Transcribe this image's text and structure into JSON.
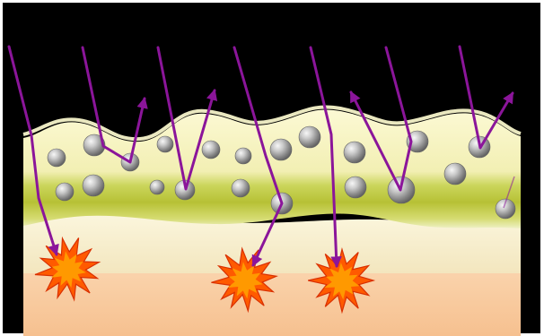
{
  "diagram": {
    "colors": {
      "background": "#000000",
      "frame": "#ffffff",
      "top_layer_light": "#fbf8cf",
      "top_layer_olive": "#b7c135",
      "middle_layer": "#f4ebc7",
      "skin_layer": "#f8c79a",
      "arrow": "#8b159a",
      "particle_light": "#f4f4f4",
      "particle_dark": "#676767",
      "burst_outer": "#ff5a00",
      "burst_inner": "#ff9900"
    },
    "elements": {
      "particles": "grey-spheres",
      "rays": "purple-arrows",
      "damage": "orange-starbursts"
    }
  }
}
